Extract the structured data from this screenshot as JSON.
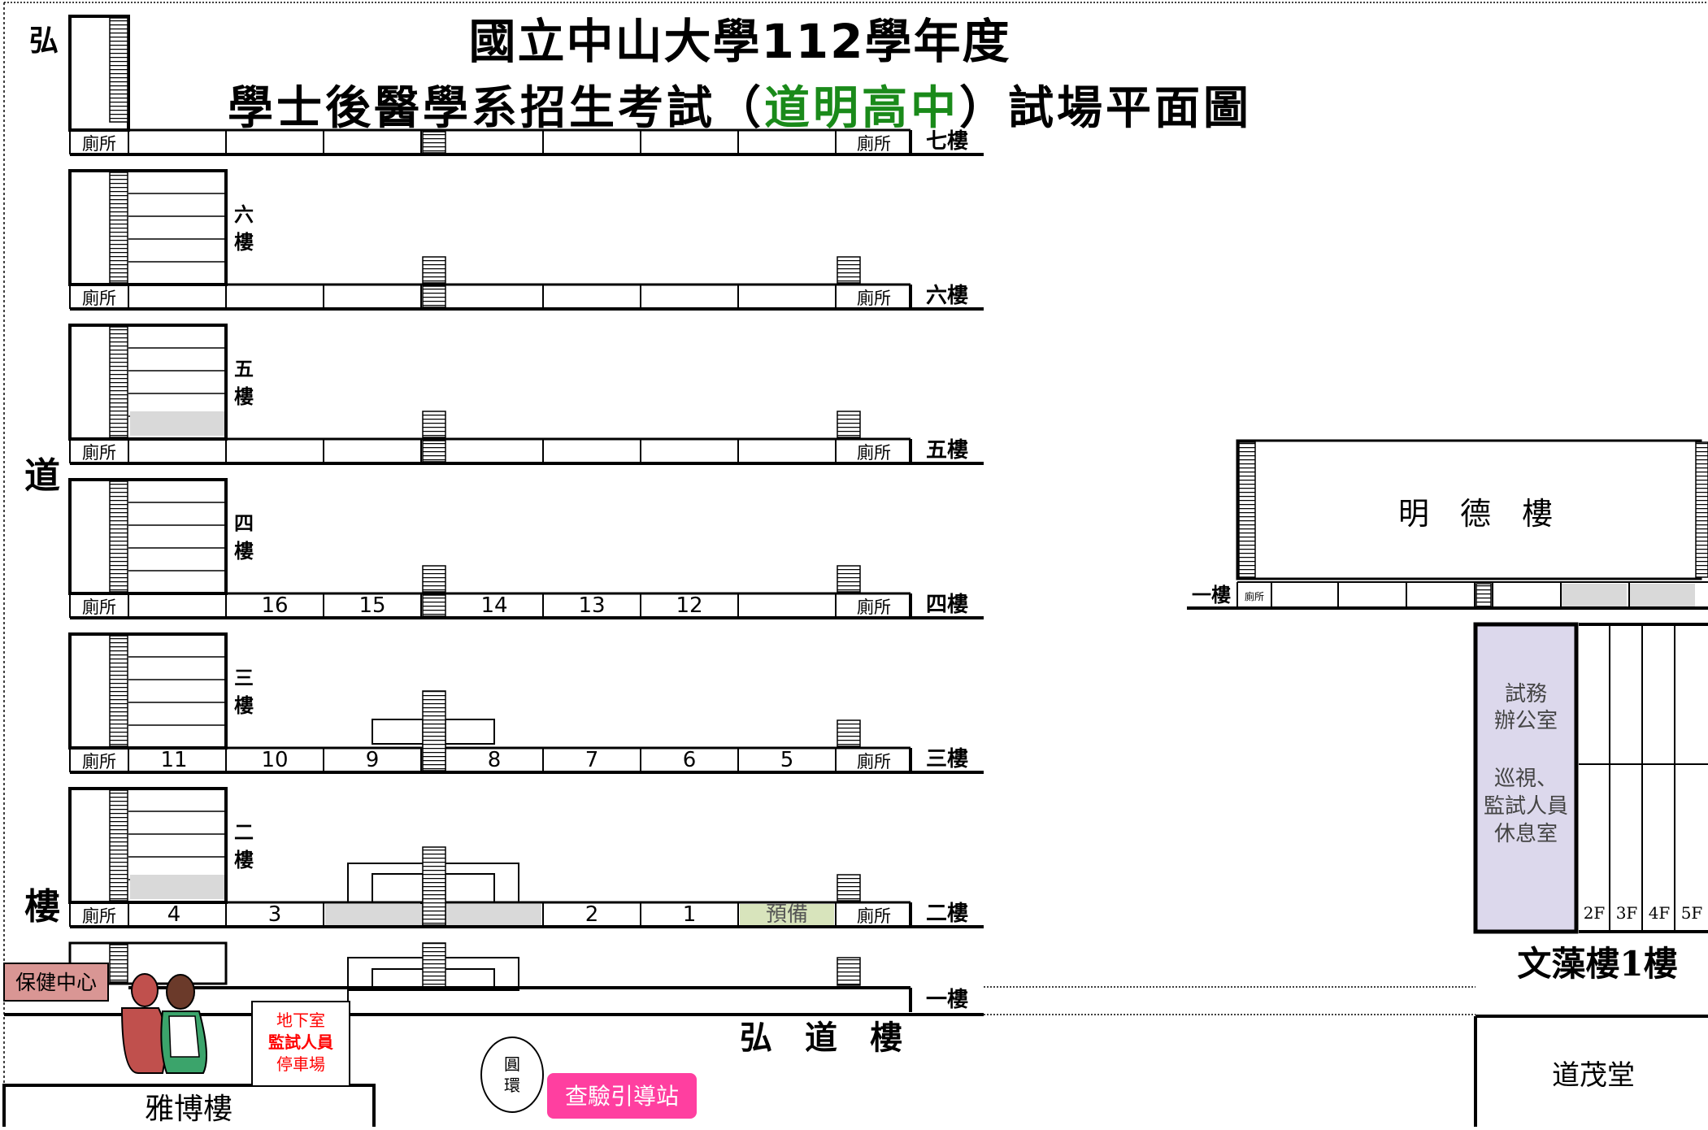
{
  "title": {
    "line1": "國立中山大學112學年度",
    "line2_prefix": "學士後醫學系招生考試（",
    "line2_highlight": "道明高中",
    "line2_suffix": "）試場平面圖"
  },
  "colors": {
    "highlight": "#1a8a1a",
    "grey_room": "#d9d9d9",
    "reserve_room": "#d8e4bc",
    "office": "#dcd8ec",
    "health": "#d99694",
    "guide": "#ff3fa0",
    "parking_text": "#ff0000"
  },
  "hongdao": {
    "side_label_chars": [
      "弘",
      "道",
      "樓"
    ],
    "bottom_label": "弘　道　樓",
    "toilet": "廁所",
    "floors": [
      {
        "label": "七樓",
        "vertical": "",
        "rooms": [
          "",
          "",
          "",
          "",
          "",
          "",
          ""
        ]
      },
      {
        "label": "六樓",
        "vertical": "六樓",
        "rooms": [
          "",
          "",
          "",
          "",
          "",
          "",
          ""
        ]
      },
      {
        "label": "五樓",
        "vertical": "五樓",
        "rooms": [
          "",
          "",
          "",
          "",
          "",
          "",
          ""
        ]
      },
      {
        "label": "四樓",
        "vertical": "四樓",
        "rooms": [
          "",
          "16",
          "15",
          "14",
          "13",
          "12",
          ""
        ]
      },
      {
        "label": "三樓",
        "vertical": "三樓",
        "rooms": [
          "11",
          "10",
          "9",
          "8",
          "7",
          "6",
          "5"
        ]
      },
      {
        "label": "二樓",
        "vertical": "二樓",
        "rooms": [
          "4",
          "3",
          "",
          "",
          "2",
          "1",
          "預備"
        ]
      },
      {
        "label": "一樓",
        "vertical": "",
        "rooms": []
      }
    ]
  },
  "yabo": {
    "name": "雅博樓",
    "health_center": "保健中心"
  },
  "parking": {
    "line1": "地下室",
    "line2": "監試人員",
    "line3": "停車場"
  },
  "roundabout": {
    "char1": "圓",
    "char2": "環"
  },
  "guide_station": "查驗引導站",
  "mingde": {
    "name": "明　德　樓",
    "floor_label": "一樓",
    "toilet": "廁所"
  },
  "wenzao": {
    "name": "文藻樓1樓",
    "office_line1": "試務",
    "office_line2": "辦公室",
    "rest_line1": "巡視、",
    "rest_line2": "監試人員",
    "rest_line3": "休息室",
    "stairs": [
      "2F",
      "3F",
      "4F",
      "5F"
    ]
  },
  "daomao": {
    "name": "道茂堂"
  }
}
